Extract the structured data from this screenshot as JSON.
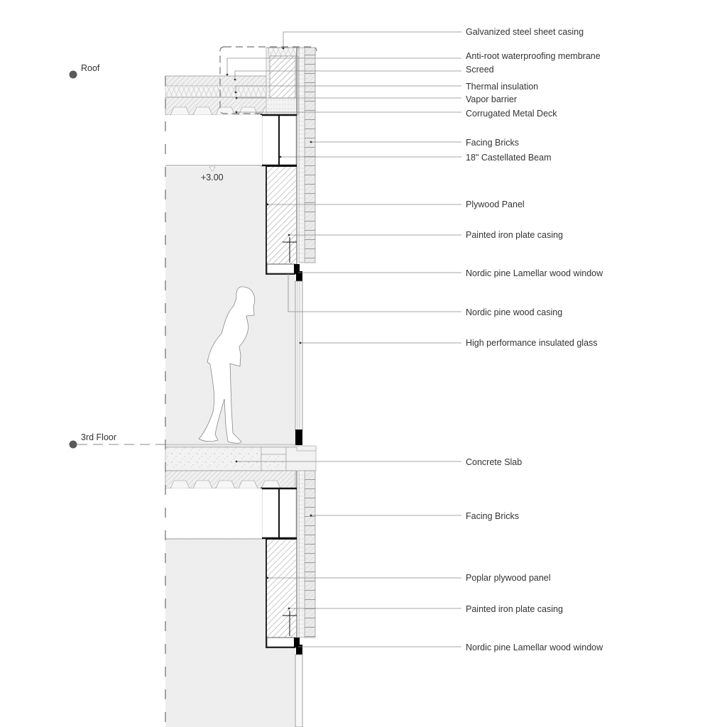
{
  "diagram": {
    "type": "architectural wall section",
    "levels": [
      {
        "id": "roof",
        "label": "Roof"
      },
      {
        "id": "third-floor",
        "label": "3rd Floor"
      }
    ],
    "elevation_marker": "+3.00",
    "colors": {
      "line": "#333333",
      "leader": "#8a8a8a",
      "interior_fill": "#efefef",
      "hatch": "#9a9a9a",
      "brick_fill": "#e4e4e4",
      "dot": "#5a5a5a",
      "solid": "#000000"
    },
    "callouts": [
      {
        "id": "galvanized-steel",
        "text": "Galvanized steel sheet casing"
      },
      {
        "id": "anti-root",
        "text": "Anti-root waterproofing membrane"
      },
      {
        "id": "screed",
        "text": "Screed"
      },
      {
        "id": "thermal-insulation",
        "text": "Thermal insulation"
      },
      {
        "id": "vapor-barrier",
        "text": "Vapor barrier"
      },
      {
        "id": "corrugated-deck",
        "text": "Corrugated Metal Deck"
      },
      {
        "id": "facing-bricks-upper",
        "text": "Facing Bricks"
      },
      {
        "id": "castellated-beam",
        "text": "18\" Castellated Beam"
      },
      {
        "id": "plywood-panel",
        "text": "Plywood Panel"
      },
      {
        "id": "iron-plate-upper",
        "text": "Painted iron plate casing"
      },
      {
        "id": "lamellar-window-upper",
        "text": "Nordic pine Lamellar wood window"
      },
      {
        "id": "pine-casing",
        "text": "Nordic pine wood casing"
      },
      {
        "id": "insulated-glass",
        "text": "High performance insulated glass"
      },
      {
        "id": "concrete-slab",
        "text": "Concrete Slab"
      },
      {
        "id": "facing-bricks-lower",
        "text": "Facing Bricks"
      },
      {
        "id": "poplar-plywood",
        "text": "Poplar plywood panel"
      },
      {
        "id": "iron-plate-lower",
        "text": "Painted iron plate casing"
      },
      {
        "id": "lamellar-window-lower",
        "text": "Nordic pine Lamellar wood window"
      }
    ]
  }
}
